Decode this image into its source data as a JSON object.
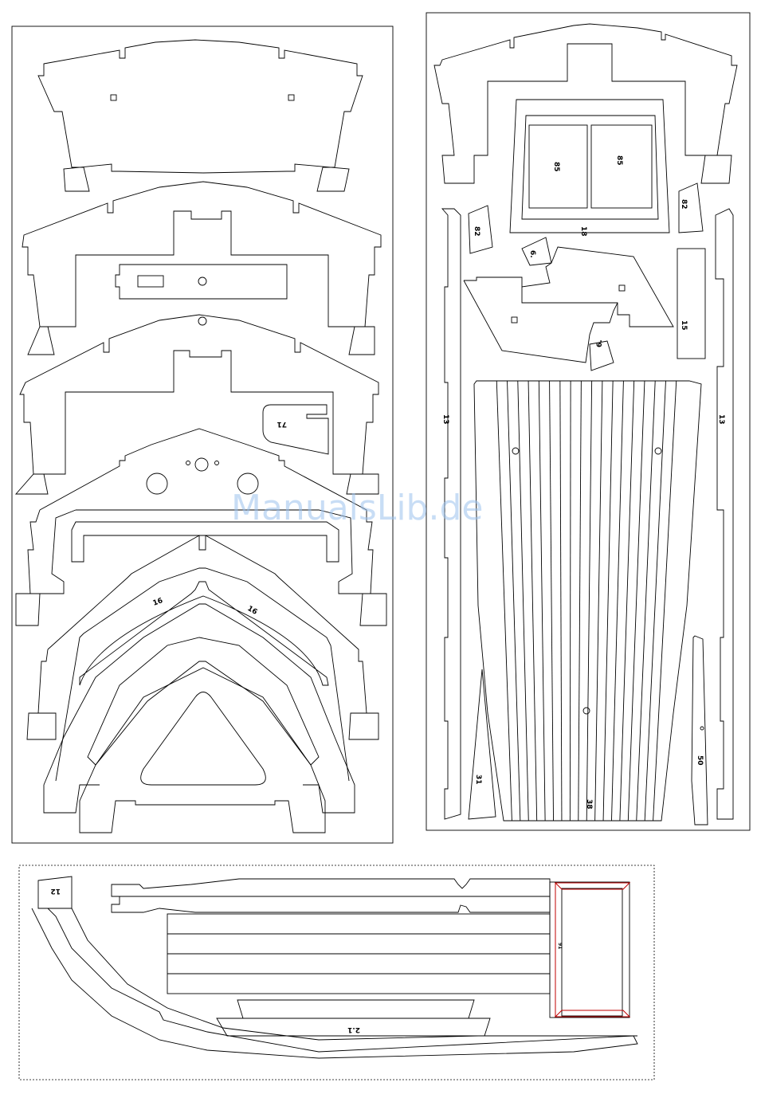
{
  "watermark": "ManualsLib.de",
  "labels": {
    "l16a": "16",
    "l16b": "16",
    "l71": "71",
    "l85a": "85",
    "l85b": "85",
    "l18": "18",
    "l82a": "82",
    "l82b": "82",
    "l6a": "6.",
    "l6b": "6.",
    "l15": "15",
    "l13a": "13",
    "l13b": "13",
    "l31": "31",
    "l38": "38",
    "l50": "50",
    "l12": "12",
    "l21": "2.1",
    "l91": "91"
  }
}
